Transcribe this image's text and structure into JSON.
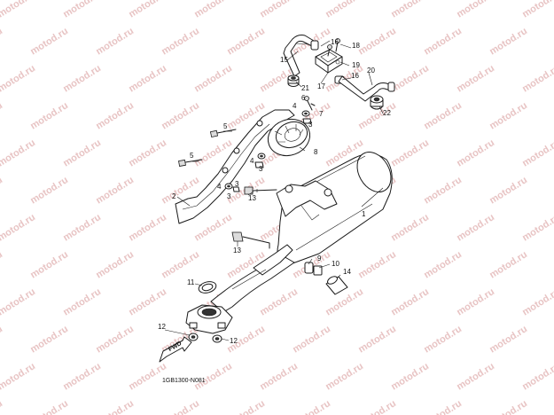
{
  "watermark": {
    "text": "motod.ru",
    "color": "#e8c4c4"
  },
  "diagram": {
    "code": "1GB1300-N081",
    "fwd_label": "FWD",
    "callouts": [
      {
        "id": "c1",
        "text": "1"
      },
      {
        "id": "c2",
        "text": "2"
      },
      {
        "id": "c3a",
        "text": "3"
      },
      {
        "id": "c3b",
        "text": "3"
      },
      {
        "id": "c3c",
        "text": "3"
      },
      {
        "id": "c3d",
        "text": "3"
      },
      {
        "id": "c4a",
        "text": "4"
      },
      {
        "id": "c4b",
        "text": "4"
      },
      {
        "id": "c4c",
        "text": "4"
      },
      {
        "id": "c5a",
        "text": "5"
      },
      {
        "id": "c5b",
        "text": "5"
      },
      {
        "id": "c6",
        "text": "6"
      },
      {
        "id": "c7",
        "text": "7"
      },
      {
        "id": "c8",
        "text": "8"
      },
      {
        "id": "c9",
        "text": "9"
      },
      {
        "id": "c10",
        "text": "10"
      },
      {
        "id": "c11",
        "text": "11"
      },
      {
        "id": "c12a",
        "text": "12"
      },
      {
        "id": "c12b",
        "text": "12"
      },
      {
        "id": "c13a",
        "text": "13"
      },
      {
        "id": "c13b",
        "text": "13"
      },
      {
        "id": "c14",
        "text": "14"
      },
      {
        "id": "c15",
        "text": "15"
      },
      {
        "id": "c16a",
        "text": "16"
      },
      {
        "id": "c16b",
        "text": "16"
      },
      {
        "id": "c17",
        "text": "17"
      },
      {
        "id": "c18",
        "text": "18"
      },
      {
        "id": "c19",
        "text": "19"
      },
      {
        "id": "c20",
        "text": "20"
      },
      {
        "id": "c21",
        "text": "21"
      },
      {
        "id": "c22",
        "text": "22"
      }
    ]
  }
}
